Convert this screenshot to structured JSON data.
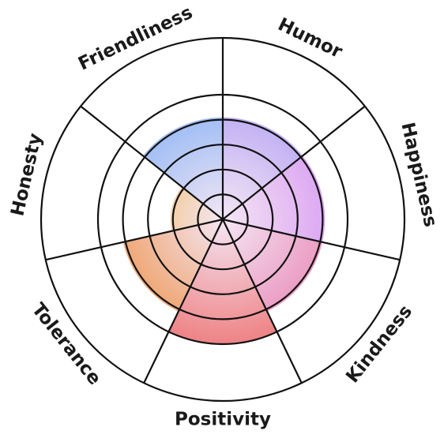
{
  "chart_data": {
    "type": "polar-area",
    "title": "",
    "categories": [
      "Friendliness",
      "Humor",
      "Happiness",
      "Kindness",
      "Positivity",
      "Tolerance",
      "Honesty"
    ],
    "values": [
      4,
      4,
      4,
      4,
      5,
      4,
      2
    ],
    "scale_max": 5,
    "grid_levels": 5,
    "colors": [
      "#8FB6F5",
      "#B7A6F4",
      "#D89BF2",
      "#E98DB9",
      "#EE8385",
      "#EE9A5A",
      "#F1B13E"
    ],
    "center_color": "#F4E6F4",
    "grid": true
  }
}
